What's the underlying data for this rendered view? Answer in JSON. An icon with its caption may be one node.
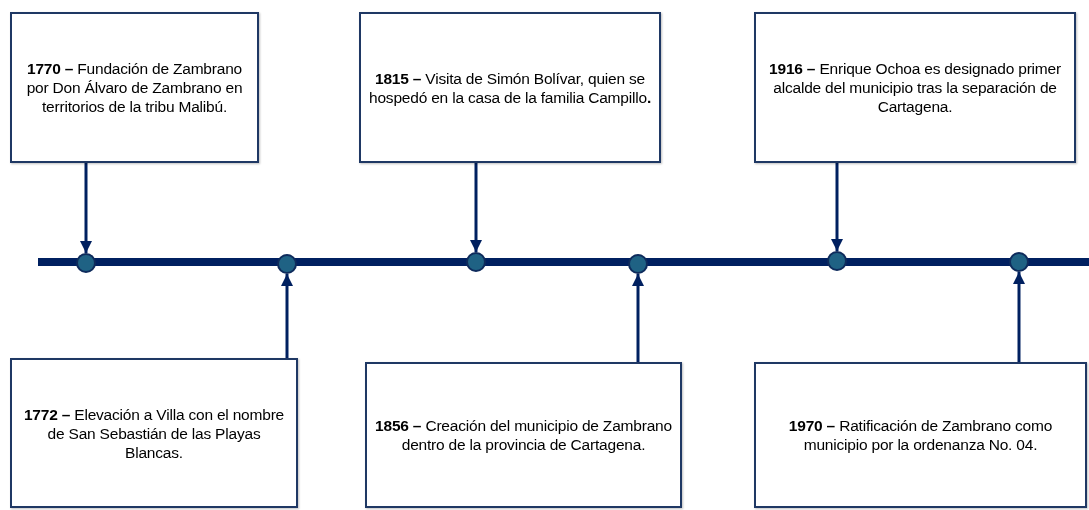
{
  "diagram": {
    "nodes": [
      {
        "text": [
          "**1770 –** Fundación de Zambrano por Don Álvaro de Zambrano en territorios de la tribu Malibú."
        ]
      },
      {
        "text": [
          "**1815 –** Visita de Simón Bolívar, quien se hospedó en la casa de la familia Campillo**.**"
        ]
      },
      {
        "text": [
          "**1916 –** Enrique Ochoa es designado primer alcalde del municipio tras la separación de Cartagena."
        ]
      },
      {
        "text": [
          "**1772 –** Elevación a Villa con el nombre de San Sebastián de las Playas Blancas."
        ]
      },
      {
        "text": [
          "**1856 –** Creación del municipio de Zambrano dentro de la provincia de Cartagena."
        ]
      },
      {
        "text": [
          "**1970 –** Ratificación de Zambrano como municipio por la ordenanza No. 04."
        ]
      },
      {
        "text": [],
        "shape": "circle"
      },
      {
        "text": [],
        "shape": "circle"
      },
      {
        "text": [],
        "shape": "circle"
      },
      {
        "text": [],
        "shape": "circle"
      },
      {
        "text": [],
        "shape": "circle"
      },
      {
        "text": [],
        "shape": "circle"
      }
    ],
    "edges": [
      {
        "from": 0,
        "to": 6,
        "arrow": "to"
      },
      {
        "from": 3,
        "to": 7,
        "arrow": "to"
      },
      {
        "from": 1,
        "to": 8,
        "arrow": "to"
      },
      {
        "from": 4,
        "to": 9,
        "arrow": "to"
      },
      {
        "from": 2,
        "to": 10,
        "arrow": "to"
      },
      {
        "from": 5,
        "to": 11,
        "arrow": "to"
      }
    ]
  }
}
